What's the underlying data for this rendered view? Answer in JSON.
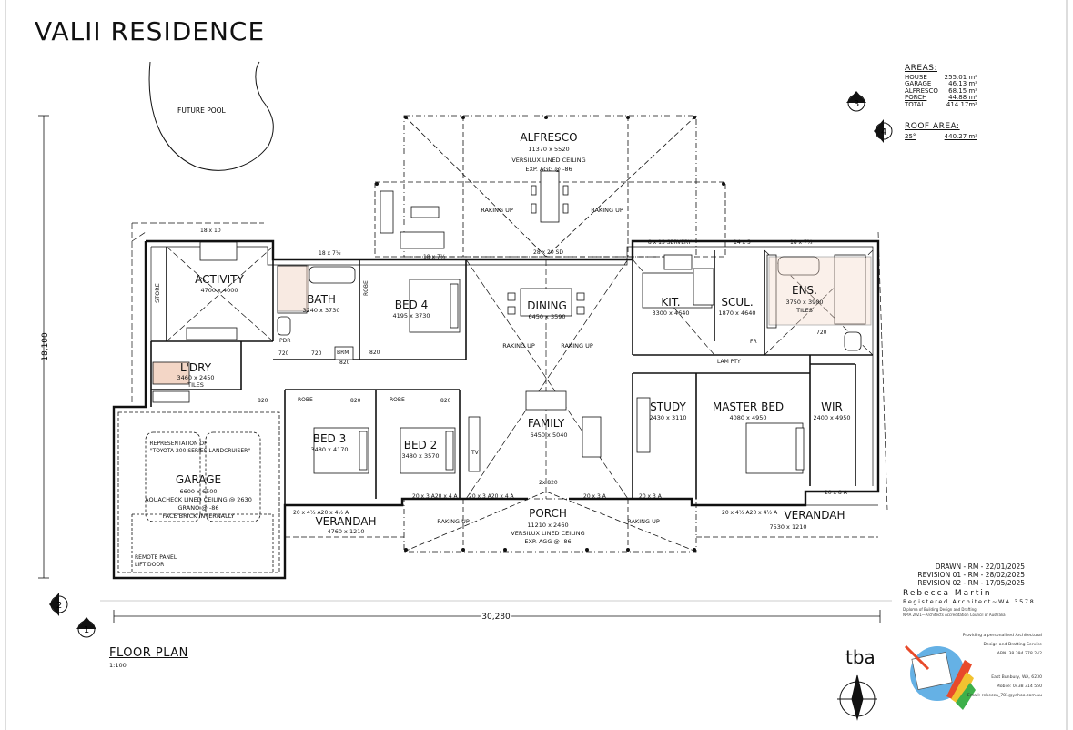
{
  "title": "VALII RESIDENCE",
  "areas": {
    "heading": "AREAS:",
    "rows": [
      {
        "label": "HOUSE",
        "value": "255.01 m²"
      },
      {
        "label": "GARAGE",
        "value": "46.13 m²"
      },
      {
        "label": "ALFRESCO",
        "value": "68.15 m²"
      },
      {
        "label": "PORCH",
        "value": "44.88 m²"
      },
      {
        "label": "TOTAL",
        "value": "414.17m²"
      }
    ]
  },
  "roof_area": {
    "heading": "ROOF AREA:",
    "label": "25°",
    "value": "440.27 m²"
  },
  "markers": {
    "m1": "1",
    "m2": "2",
    "m3": "3",
    "m4": "4"
  },
  "dimensions": {
    "overall_width": "30,280",
    "overall_depth": "18,100"
  },
  "rooms": {
    "future_pool": "FUTURE POOL",
    "alfresco": {
      "name": "ALFRESCO",
      "size": "11370 x 5520",
      "note1": "VERSILUX LINED CEILING",
      "note2": "EXP. AGG @ -86"
    },
    "raking_up": "RAKING UP",
    "activity": {
      "name": "ACTIVITY",
      "size": "4700 x 4000"
    },
    "store": "STORE",
    "bath": {
      "name": "BATH",
      "size": "3240 x 3730"
    },
    "bed4": {
      "name": "BED 4",
      "size": "4195 x 3730"
    },
    "dining": {
      "name": "DINING",
      "size": "6450 x 3590"
    },
    "kit": {
      "name": "KIT.",
      "size": "3300 x 4640"
    },
    "scul": {
      "name": "SCUL.",
      "size": "1870 x 4640"
    },
    "ens": {
      "name": "ENS.",
      "size": "3750 x 3900",
      "note": "TILES"
    },
    "ldry": {
      "name": "L'DRY",
      "size": "3460 x 2450",
      "note": "TILES"
    },
    "bed3": {
      "name": "BED 3",
      "size": "3480 x 4170"
    },
    "bed2": {
      "name": "BED 2",
      "size": "3480 x 3570"
    },
    "family": {
      "name": "FAMILY",
      "size": "6450 x 5040"
    },
    "study": {
      "name": "STUDY",
      "size": "2430 x 3110"
    },
    "master": {
      "name": "MASTER BED",
      "size": "4080 x 4950"
    },
    "wir": {
      "name": "WIR",
      "size": "2400 x 4950"
    },
    "garage": {
      "name": "GARAGE",
      "size": "6600 x 6500",
      "note1": "AQUACHECK LINED CEILING @ 2630",
      "note2": "GRANO @ -86",
      "note3": "FACE BRICK INTERNALLY"
    },
    "car_note1": "REPRESENTATION OF",
    "car_note2": "\"TOYOTA 200 SERIES LANDCRUISER\"",
    "door_note1": "REMOTE PANEL",
    "door_note2": "LIFT DOOR",
    "porch": {
      "name": "PORCH",
      "size": "11210 x 2460",
      "note1": "VERSILUX LINED CEILING",
      "note2": "EXP. AGG @ -86"
    },
    "verandah_left": {
      "name": "VERANDAH",
      "size": "4760 x 1210"
    },
    "verandah_right": {
      "name": "VERANDAH",
      "size": "7530 x 1210"
    }
  },
  "small_labels": {
    "robe": "ROBE",
    "brm": "BRM",
    "pdr": "PDR",
    "lam_pty": "LAM PTY",
    "tv": "TV",
    "fr": "FR",
    "d820": "820",
    "d720": "720",
    "sd": "28 x 20 SD",
    "servery": "8 x 13 SERVERY",
    "d18x10": "18 x 10",
    "d18x7": "18 x 7½",
    "d14x5": "14 x 5",
    "d2x820": "2x 820",
    "d20x3a": "20 x 3 A",
    "d20x3a20x4a": "20 x 3 A20 x 4 A",
    "d20x4a": "20 x 4½ A20 x 4½ A",
    "d20x8a": "20 x 8 A"
  },
  "drawing_info": {
    "drawn": "DRAWN - RM - 22/01/2025",
    "rev1": "REVISION 01 - RM - 28/02/2025",
    "rev2": "REVISION 02 - RM - 17/05/2025",
    "name": "Rebecca Martin",
    "role": "Registered Architect~WA 3578",
    "dip": "Diploma of Building Design and Drafting",
    "council": "NPIA 2021—Architects Accreditation Council of Australia",
    "slogan1": "Providing a personalized Architectural",
    "slogan2": "Design and Drafting Service",
    "abn": "ABN: 38 394 278 242",
    "addr": "East Bunbury, WA, 6230",
    "mobile": "Mobile: 0438 314 550",
    "email": "Email: rebecca_781@yahoo.com.au"
  },
  "floor_plan": "FLOOR PLAN",
  "scale": "1:100",
  "tba": "tba"
}
